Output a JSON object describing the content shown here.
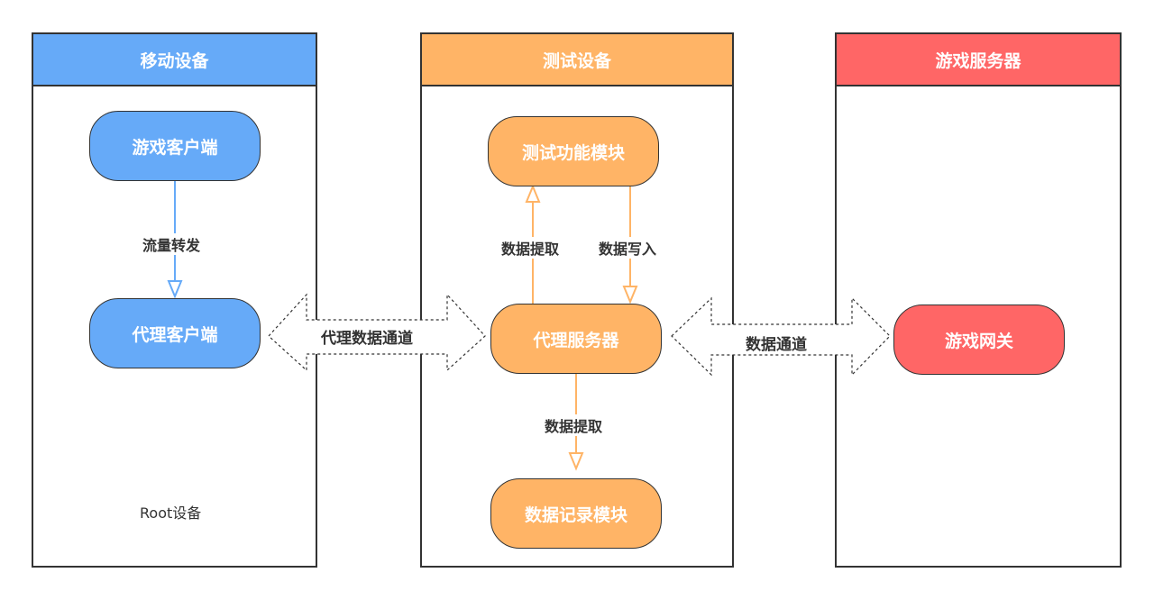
{
  "lanes": {
    "mobile": {
      "title": "移动设备",
      "color": "#66aaf8",
      "note": "Root设备"
    },
    "test": {
      "title": "测试设备",
      "color": "#ffb466"
    },
    "server": {
      "title": "游戏服务器",
      "color": "#ff6666"
    }
  },
  "nodes": {
    "game_client": "游戏客户端",
    "proxy_client": "代理客户端",
    "test_module": "测试功能模块",
    "proxy_server": "代理服务器",
    "record_module": "数据记录模块",
    "game_gateway": "游戏网关"
  },
  "edges": {
    "traffic_forward": "流量转发",
    "data_extract_up": "数据提取",
    "data_write": "数据写入",
    "data_extract_down": "数据提取",
    "proxy_channel": "代理数据通道",
    "data_channel": "数据通道"
  },
  "colors": {
    "blue": "#66aaf8",
    "orange": "#ffb466",
    "red": "#ff6666",
    "border": "#333333"
  }
}
